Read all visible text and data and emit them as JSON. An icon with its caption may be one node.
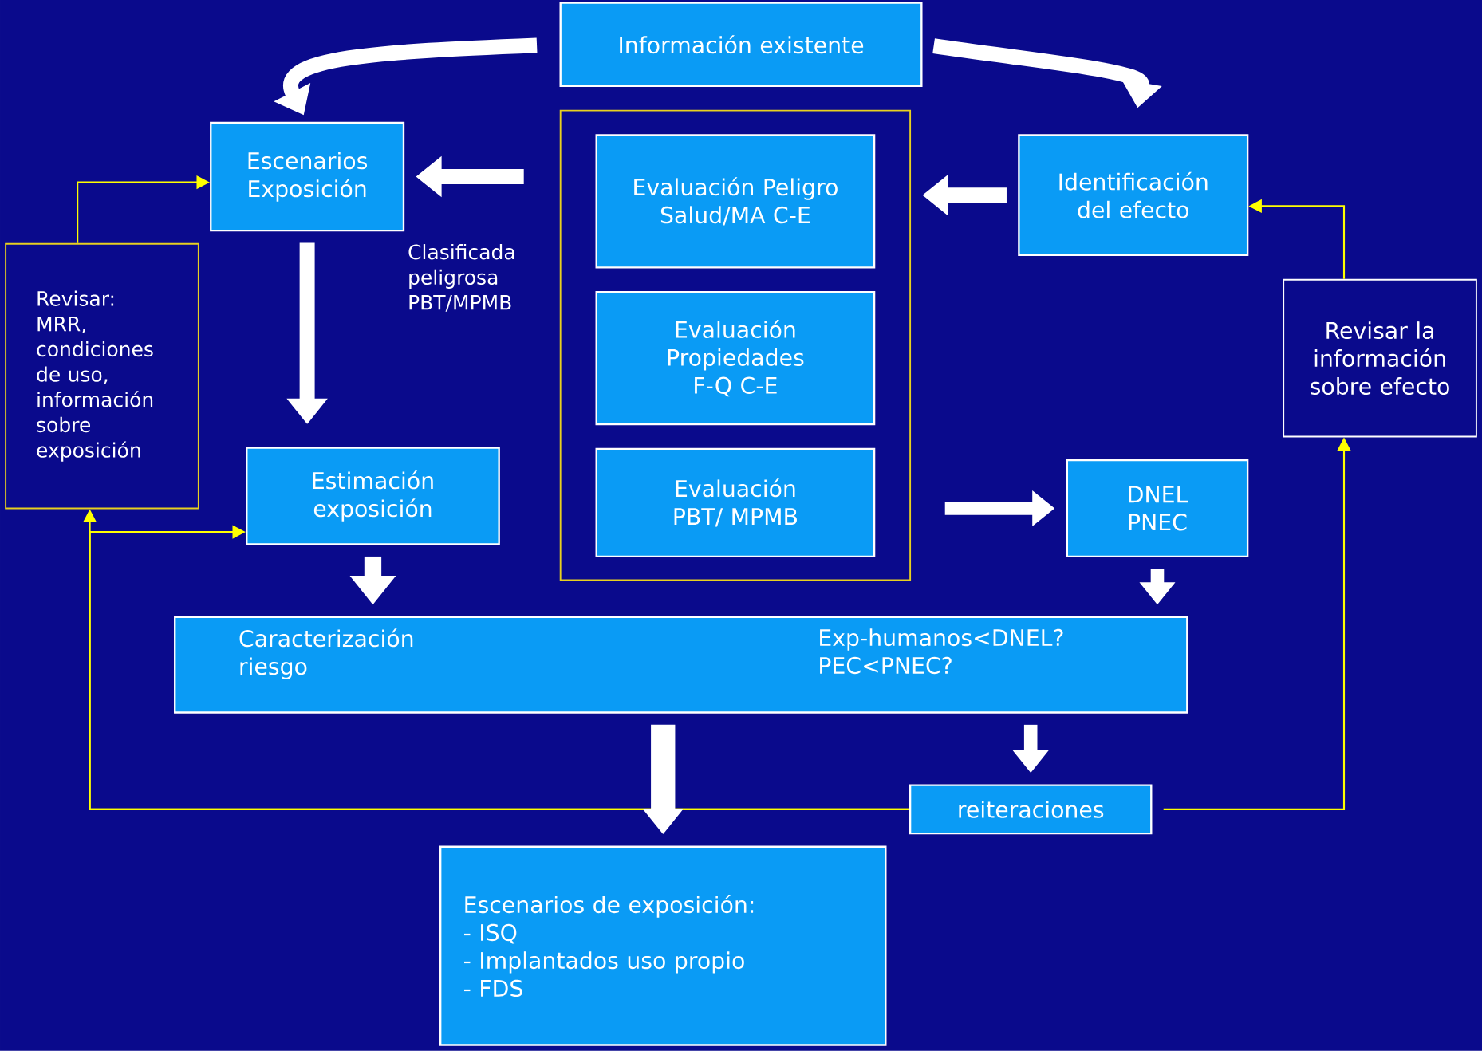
{
  "diagram": {
    "nodes": [
      {
        "text": [
          "Información existente"
        ]
      },
      {
        "text": [],
        "shape": "box"
      },
      {
        "text": [
          "Evaluación Peligro Salud/MA C-E"
        ],
        "in": 1
      },
      {
        "text": [
          "Evaluación Propiedades F-Q C-E"
        ],
        "in": 1
      },
      {
        "text": [
          "Evaluación PBT/ MPMB"
        ],
        "in": 1
      },
      {
        "text": [
          "Escenarios Exposición"
        ]
      },
      {
        "text": [
          "Identificación del efecto"
        ]
      },
      {
        "text": [
          "Revisar: MRR, condiciones de uso, información sobre exposición"
        ]
      },
      {
        "text": [
          "Revisar la información sobre efecto"
        ]
      },
      {
        "text": [
          "Estimación exposición"
        ]
      },
      {
        "text": [
          "DNEL PNEC"
        ]
      },
      {
        "text": [
          "Caracterización riesgo",
          "Exp-humanos<DNEL? PEC<PNEC?"
        ]
      },
      {
        "text": [
          "reiteraciones"
        ]
      },
      {
        "text": [
          "Escenarios de exposición:",
          "- ISQ",
          "- Implantados uso propio",
          "- FDS"
        ]
      }
    ],
    "edges": [
      {
        "from": 0,
        "to": 5,
        "arrow": "to"
      },
      {
        "from": 0,
        "to": 6,
        "arrow": "to"
      },
      {
        "from": 1,
        "to": 5,
        "arrow": "to"
      },
      {
        "from": 6,
        "to": 1,
        "arrow": "to"
      },
      {
        "from": 5,
        "to": 9,
        "arrow": "to"
      },
      {
        "from": 1,
        "to": 10,
        "arrow": "to"
      },
      {
        "from": 9,
        "to": 11,
        "arrow": "to"
      },
      {
        "from": 10,
        "to": 11,
        "arrow": "to"
      },
      {
        "from": 11,
        "to": 13,
        "arrow": "to",
        "style": "thick"
      },
      {
        "from": 11,
        "to": 12,
        "arrow": "to"
      },
      {
        "from": 7,
        "to": 5,
        "arrow": "to",
        "color": "#ffff00"
      },
      {
        "from": 8,
        "to": 6,
        "arrow": "to",
        "color": "#ffff00"
      },
      {
        "from": 12,
        "to": 8,
        "arrow": "to",
        "color": "#ffff00"
      },
      {
        "from": 12,
        "to": 7,
        "arrow": "to",
        "color": "#ffff00"
      },
      {
        "from": 12,
        "to": 9,
        "arrow": "to",
        "color": "#ffff00"
      }
    ],
    "labels": [
      "Clasificada peligrosa PBT/MPMB"
    ]
  }
}
